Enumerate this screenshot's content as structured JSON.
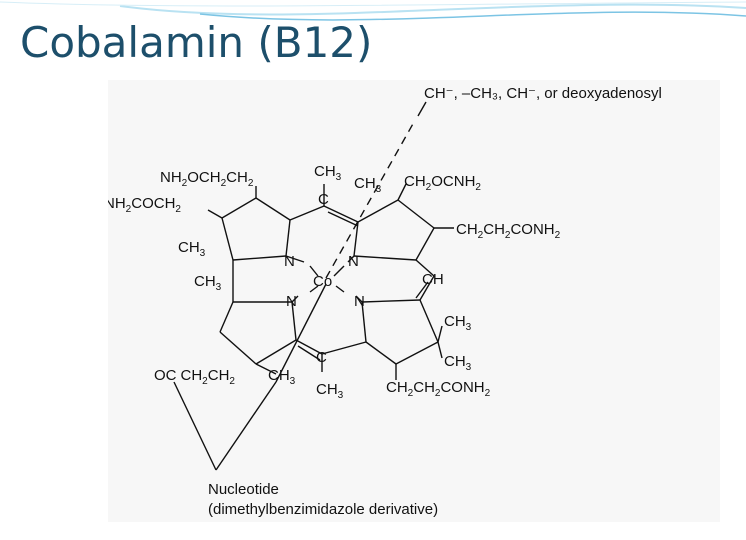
{
  "slide": {
    "title": "Cobalamin (B12)"
  },
  "colors": {
    "title": "#1d4f6b",
    "accent_swoosh": "#7cc4e4",
    "figure_background": "#f7f7f7"
  },
  "diagram": {
    "axial_ligand": {
      "main": "CH⁻, –CH₃, CH⁻, or deoxyadenosyl"
    },
    "center": "Co",
    "nitrogens": [
      "N",
      "N",
      "N",
      "N"
    ],
    "bridge_carbons": [
      "C",
      "C",
      "CH"
    ],
    "substituents": {
      "nh2ocH2ch2": {
        "a": "NH",
        "a_sub": "2",
        "b": "OCH",
        "b_sub": "2",
        "c": "CH",
        "c_sub": "2"
      },
      "nh2coch2": {
        "a": "NH",
        "a_sub": "2",
        "b": "COCH",
        "b_sub": "2"
      },
      "ch3_top": {
        "a": "CH",
        "a_sub": "3"
      },
      "ch3_upper_right": {
        "a": "CH",
        "a_sub": "3"
      },
      "ch2ocnh2": {
        "a": "CH",
        "a_sub": "2",
        "b": "OCNH",
        "b_sub": "2"
      },
      "ch2ch2conh2_right": {
        "a": "CH",
        "a_sub": "2",
        "b": "CH",
        "b_sub": "2",
        "c": "CONH",
        "c_sub": "2"
      },
      "ch3_left1": {
        "a": "CH",
        "a_sub": "3"
      },
      "ch3_left2": {
        "a": "CH",
        "a_sub": "3"
      },
      "ch3_right1": {
        "a": "CH",
        "a_sub": "3"
      },
      "ch3_right2": {
        "a": "CH",
        "a_sub": "3"
      },
      "oc_ch2ch2": {
        "a": "OC",
        "b": "CH",
        "b_sub": "2",
        "c": "CH",
        "c_sub": "2"
      },
      "ch3_bottom1": {
        "a": "CH",
        "a_sub": "3"
      },
      "ch3_bottom2": {
        "a": "CH",
        "a_sub": "3"
      },
      "ch2ch2conh2_bottom": {
        "a": "CH",
        "a_sub": "2",
        "b": "CH",
        "b_sub": "2",
        "c": "CONH",
        "c_sub": "2"
      }
    },
    "nucleotide": {
      "line1": "Nucleotide",
      "line2": "(dimethylbenzimidazole derivative)"
    }
  }
}
